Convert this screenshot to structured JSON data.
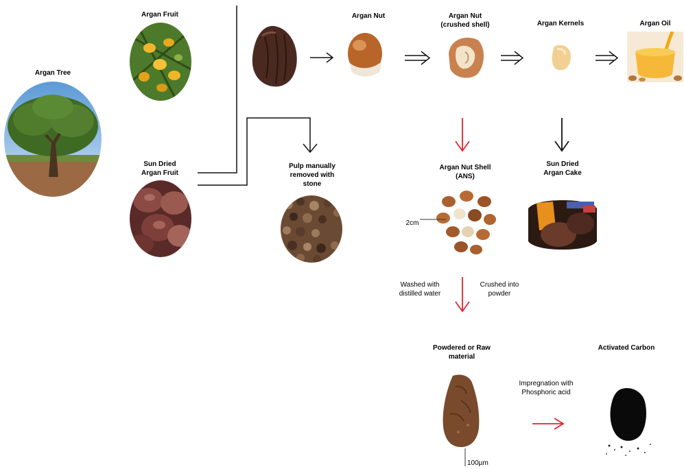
{
  "labels": {
    "argan_tree": "Argan Tree",
    "argan_fruit": "Argan Fruit",
    "sun_dried_fruit_1": "Sun Dried",
    "sun_dried_fruit_2": "Argan Fruit",
    "pulp_1": "Pulp manually",
    "pulp_2": "removed with",
    "pulp_3": "stone",
    "argan_nut": "Argan Nut",
    "nut_crushed_1": "Argan Nut",
    "nut_crushed_2": "(crushed shell)",
    "kernels": "Argan Kernels",
    "oil": "Argan Oil",
    "ans_1": "Argan Nut Shell",
    "ans_2": "(ANS)",
    "cake_1": "Sun Dried",
    "cake_2": "Argan Cake",
    "powder_1": "Powdered or Raw",
    "powder_2": "material",
    "activated_carbon": "Activated Carbon"
  },
  "notes": {
    "scale_2cm": "2cm",
    "washed_1": "Washed with",
    "washed_2": "distilled water",
    "crushed_1": "Crushed into",
    "crushed_2": "powder",
    "impregnation_1": "Impregnation with",
    "impregnation_2": "Phosphoric acid",
    "scale_100um": "100µm"
  },
  "colors": {
    "red_arrow": "#e0262b",
    "black_arrow": "#111111"
  }
}
